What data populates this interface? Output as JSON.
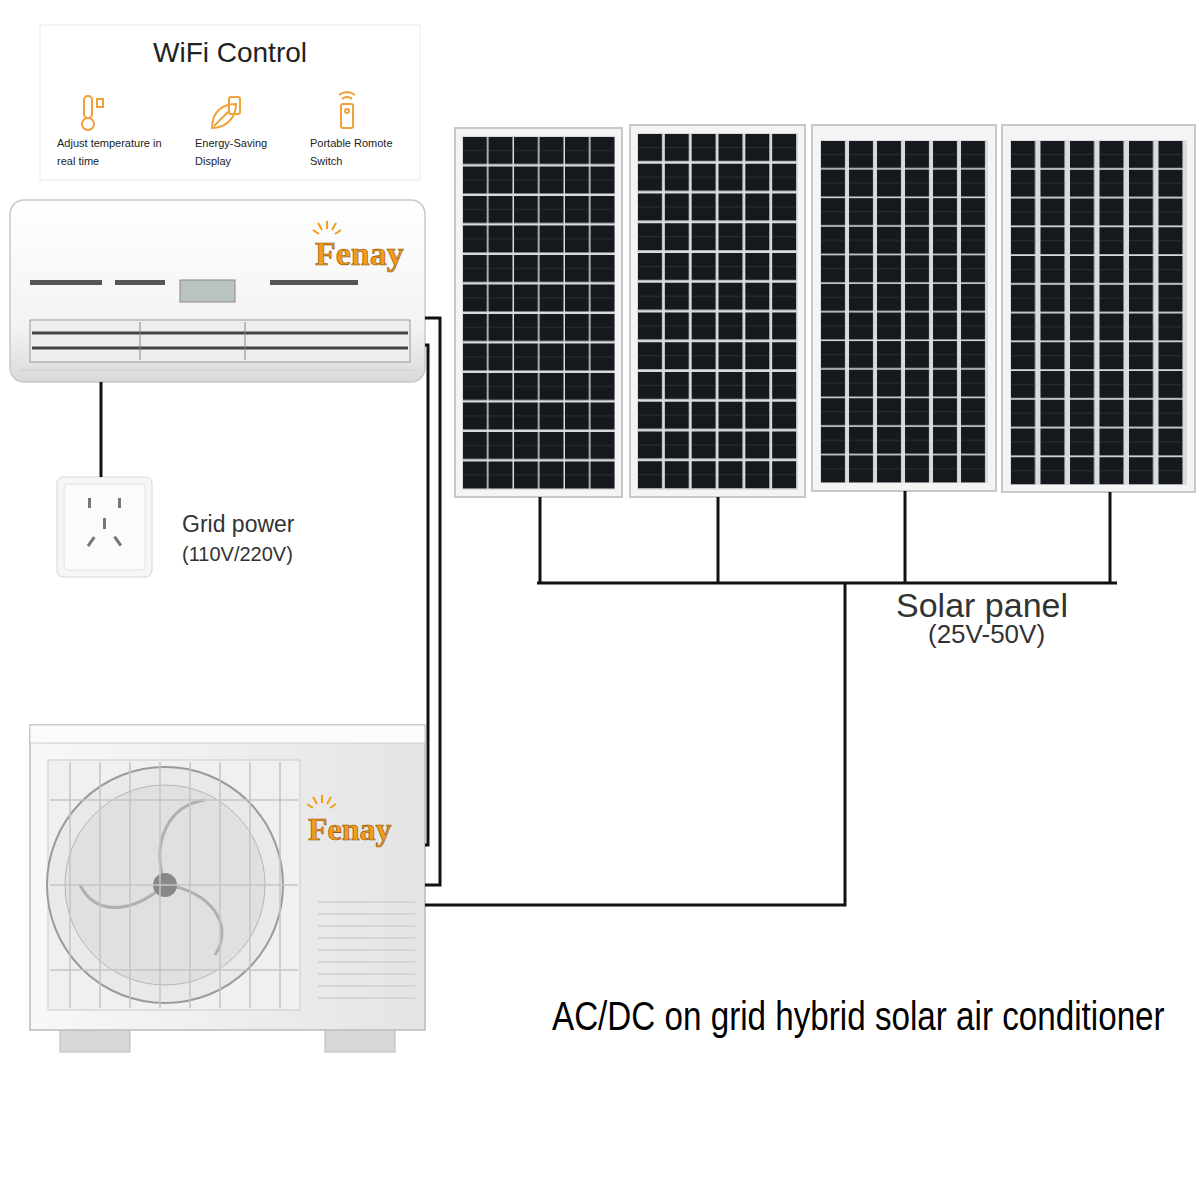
{
  "diagram": {
    "caption": "AC/DC on grid hybrid solar air conditioner",
    "nodes": [
      {
        "text": [
          "WiFi Control"
        ]
      },
      {
        "text": [
          "Fenay"
        ]
      },
      {
        "text": [
          "Grid power",
          "(110V/220V)"
        ]
      },
      {
        "text": [
          "Solar panel",
          "(25V-50V)"
        ]
      },
      {
        "text": [
          "Fenay"
        ]
      }
    ],
    "edges": [
      {
        "from": 1,
        "to": 2,
        "arrow": "none"
      },
      {
        "from": 1,
        "to": 4,
        "arrow": "none"
      },
      {
        "from": 1,
        "to": 4,
        "arrow": "none"
      },
      {
        "from": 3,
        "to": 4,
        "arrow": "none"
      }
    ],
    "labels": [
      "Adjust temperature in real time",
      "Energy-Saving Display",
      "Portable Romote Switch"
    ]
  }
}
